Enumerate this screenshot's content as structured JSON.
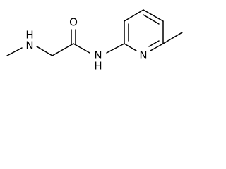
{
  "molecule": {
    "atoms": {
      "amine_n": "N",
      "amine_h": "H",
      "carbonyl_o": "O",
      "amide_n": "N",
      "amide_h": "H",
      "pyridine_n": "N"
    }
  },
  "colors": {
    "bond": "#000000",
    "text": "#000000",
    "background": "#ffffff"
  }
}
